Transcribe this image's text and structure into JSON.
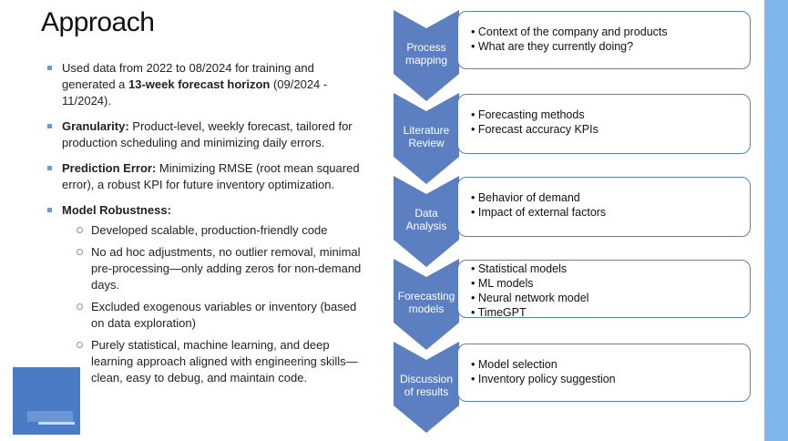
{
  "title": "Approach",
  "bullets": [
    {
      "parts": [
        {
          "text": "Used data from 2022 to 08/2024 for training and generated a ",
          "bold": false
        },
        {
          "text": "13-week forecast horizon",
          "bold": true
        },
        {
          "text": " (09/2024 - 11/2024).",
          "bold": false
        }
      ]
    },
    {
      "parts": [
        {
          "text": "Granularity:",
          "bold": true
        },
        {
          "text": " Product-level, weekly forecast, tailored for production scheduling and minimizing daily errors.",
          "bold": false
        }
      ]
    },
    {
      "parts": [
        {
          "text": "Prediction Error:",
          "bold": true
        },
        {
          "text": " Minimizing RMSE (root mean squared error), a robust KPI for future inventory optimization.",
          "bold": false
        }
      ]
    },
    {
      "parts": [
        {
          "text": "Model Robustness:",
          "bold": true
        }
      ],
      "sub": [
        "Developed scalable, production-friendly code",
        "No ad hoc adjustments, no outlier removal, minimal pre-processing—only adding zeros for non-demand days.",
        "Excluded exogenous variables or inventory (based on data exploration)",
        "Purely statistical, machine learning, and deep learning approach aligned with engineering skills—clean, easy to debug, and maintain code."
      ]
    }
  ],
  "stages": [
    {
      "label": [
        "Process",
        "mapping"
      ],
      "items": [
        "• Context of the company and products",
        "• What are they currently doing?"
      ]
    },
    {
      "label": [
        "Literature",
        "Review"
      ],
      "items": [
        "• Forecasting methods",
        "• Forecast accuracy KPIs"
      ]
    },
    {
      "label": [
        "Data",
        "Analysis"
      ],
      "items": [
        "• Behavior of demand",
        "• Impact of external factors"
      ]
    },
    {
      "label": [
        "Forecasting",
        "models"
      ],
      "items": [
        "• Statistical models",
        "• ML models",
        "• Neural network model",
        "• TimeGPT"
      ]
    },
    {
      "label": [
        "Discussion",
        "of results"
      ],
      "items": [
        "• Model selection",
        "• Inventory policy suggestion"
      ]
    }
  ],
  "colors": {
    "chevron": "#5b7fc1",
    "box_border": "#5b7fc1",
    "bullet_marker": "#6f9bd1",
    "right_strip": "#7fb5ea"
  }
}
